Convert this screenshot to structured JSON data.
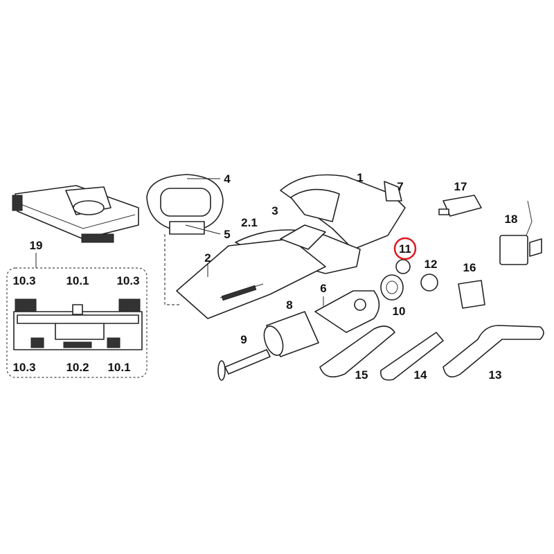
{
  "diagram": {
    "title": "Exploded parts view - handheld vacuum",
    "highlight_color": "#e0161e",
    "highlighted_part": "11",
    "labels": {
      "p1": "1",
      "p2": "2",
      "p2_1": "2.1",
      "p3": "3",
      "p4": "4",
      "p5": "5",
      "p6": "6",
      "p7": "7",
      "p8": "8",
      "p9": "9",
      "p10": "10",
      "p11": "11",
      "p12": "12",
      "p13": "13",
      "p14": "14",
      "p15": "15",
      "p16": "16",
      "p17": "17",
      "p18": "18",
      "p19": "19",
      "d10_3a": "10.3",
      "d10_1a": "10.1",
      "d10_3b": "10.3",
      "d10_3c": "10.3",
      "d10_2": "10.2",
      "d10_1b": "10.1"
    }
  }
}
